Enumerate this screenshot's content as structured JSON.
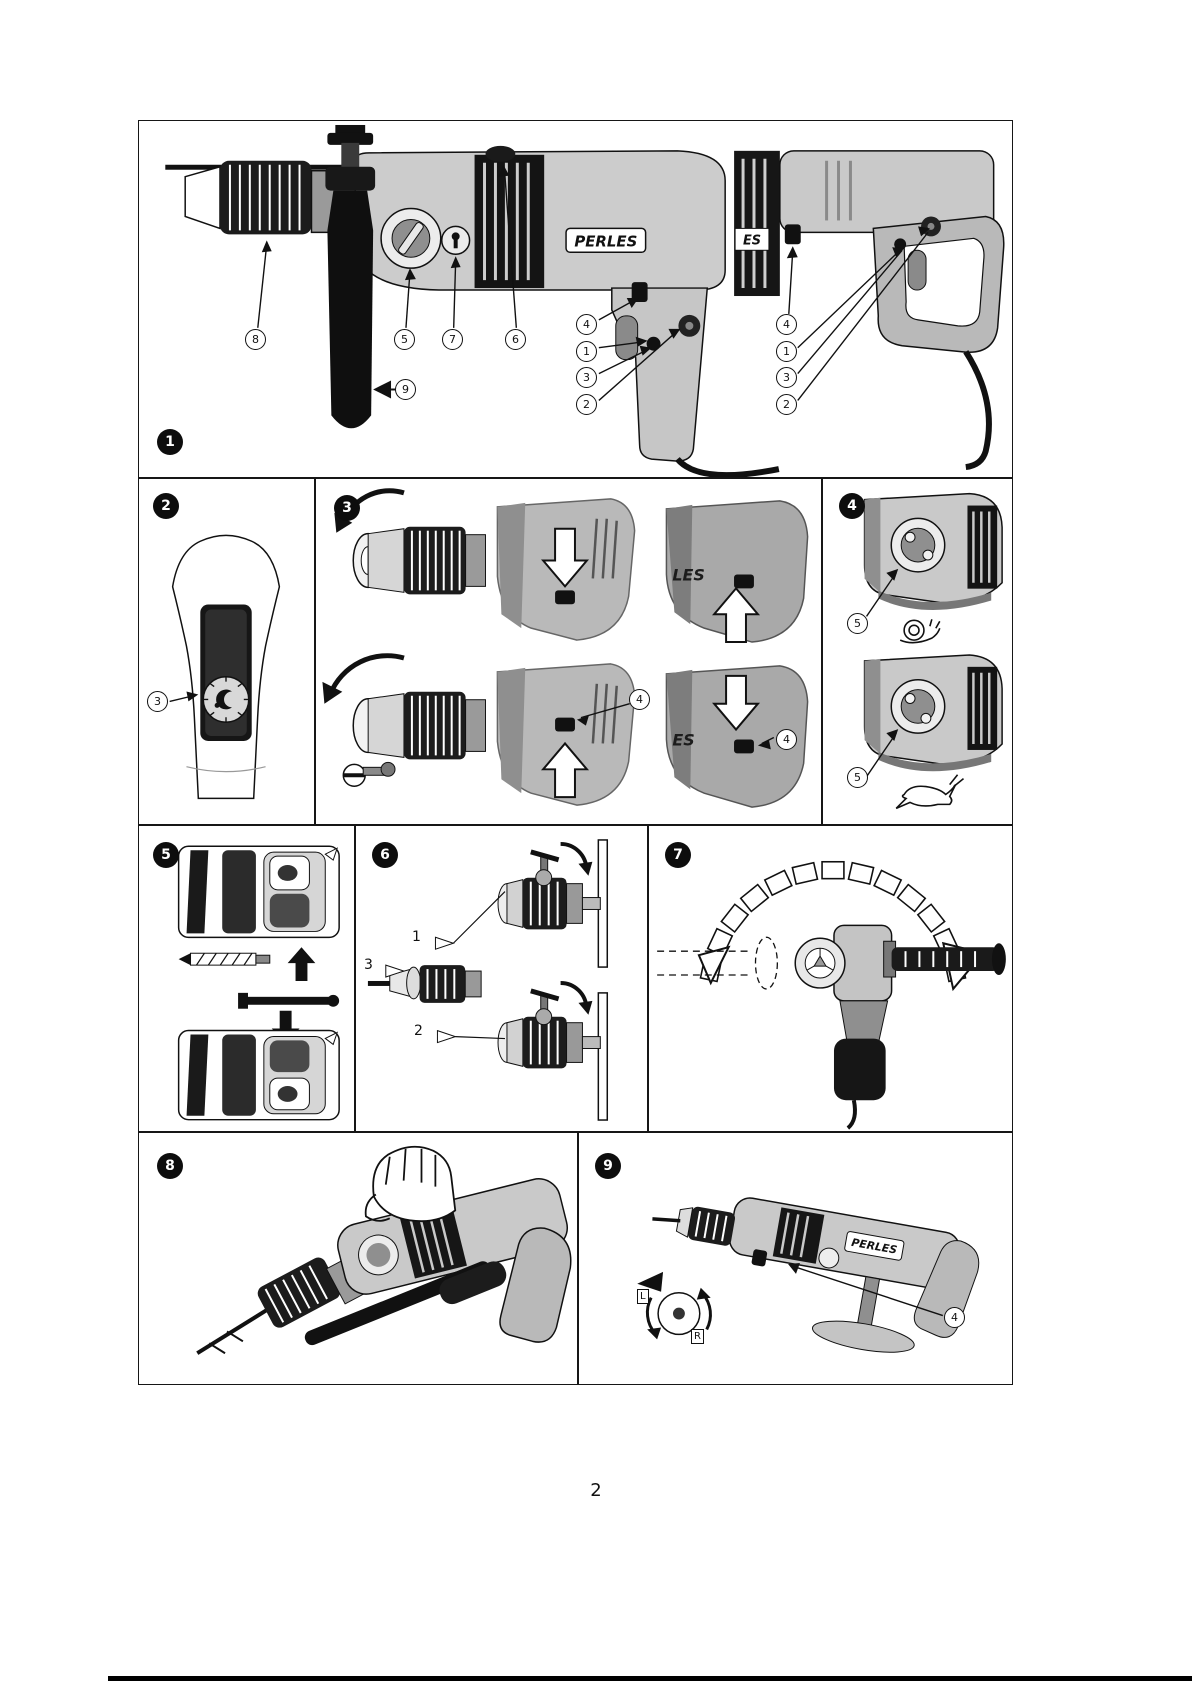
{
  "page": {
    "number": "2"
  },
  "brand": {
    "full": "PERLES",
    "partial_es": "ES",
    "partial_les": "LES"
  },
  "colors": {
    "line": "#111111",
    "body_gray": "#c9c9c9",
    "dark_gray": "#161616"
  },
  "panels": {
    "p1": {
      "badge": "1",
      "callouts": {
        "c8": "8",
        "c5": "5",
        "c7": "7",
        "c6": "6",
        "c4a": "4",
        "c1a": "1",
        "c3a": "3",
        "c2a": "2",
        "c9": "9",
        "c4b": "4",
        "c1b": "1",
        "c3b": "3",
        "c2b": "2"
      }
    },
    "p2": {
      "badge": "2",
      "callouts": {
        "c3": "3"
      }
    },
    "p3": {
      "badge": "3",
      "callouts": {
        "c4a": "4",
        "c4b": "4"
      }
    },
    "p4": {
      "badge": "4",
      "callouts": {
        "c5a": "5",
        "c5b": "5"
      }
    },
    "p5": {
      "badge": "5"
    },
    "p6": {
      "badge": "6",
      "labels": {
        "l1": "1",
        "l2": "2",
        "l3": "3"
      }
    },
    "p7": {
      "badge": "7"
    },
    "p8": {
      "badge": "8"
    },
    "p9": {
      "badge": "9",
      "labels": {
        "left": "L",
        "right": "R"
      },
      "callouts": {
        "c4": "4"
      }
    }
  }
}
